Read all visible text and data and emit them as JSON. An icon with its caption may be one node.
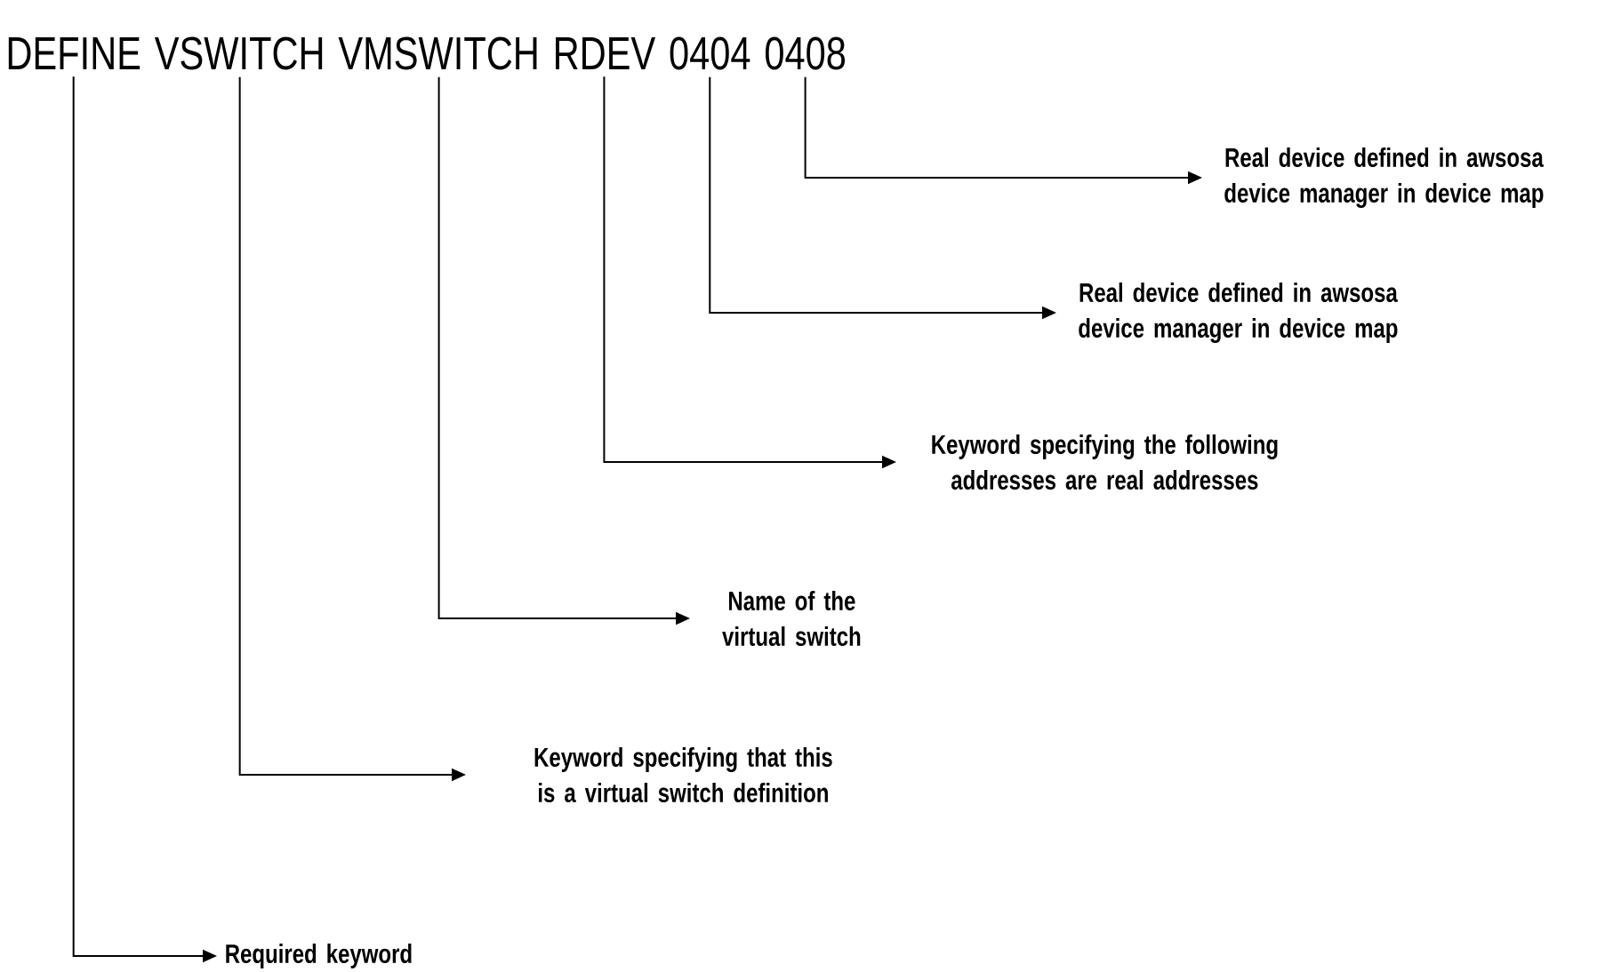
{
  "diagram": {
    "nodes": [
      {
        "text": [
          "DEFINE"
        ]
      },
      {
        "text": [
          "VSWITCH"
        ]
      },
      {
        "text": [
          "VMSWITCH"
        ]
      },
      {
        "text": [
          "RDEV"
        ]
      },
      {
        "text": [
          "0404"
        ]
      },
      {
        "text": [
          "0408"
        ]
      },
      {
        "text": [
          "Real device defined in awsosa device manager in device map"
        ]
      },
      {
        "text": [
          "Real device defined in awsosa device manager in device map"
        ]
      },
      {
        "text": [
          "Keyword specifying the following addresses are real addresses"
        ]
      },
      {
        "text": [
          "Name of the virtual switch"
        ]
      },
      {
        "text": [
          "Keyword specifying that this is a virtual switch definition"
        ]
      },
      {
        "text": [
          "Required keyword"
        ]
      }
    ],
    "edges": [
      {
        "from": 0,
        "to": 11,
        "arrow": "to"
      },
      {
        "from": 1,
        "to": 10,
        "arrow": "to"
      },
      {
        "from": 2,
        "to": 9,
        "arrow": "to"
      },
      {
        "from": 3,
        "to": 8,
        "arrow": "to"
      },
      {
        "from": 4,
        "to": 7,
        "arrow": "to"
      },
      {
        "from": 5,
        "to": 6,
        "arrow": "to"
      }
    ]
  }
}
